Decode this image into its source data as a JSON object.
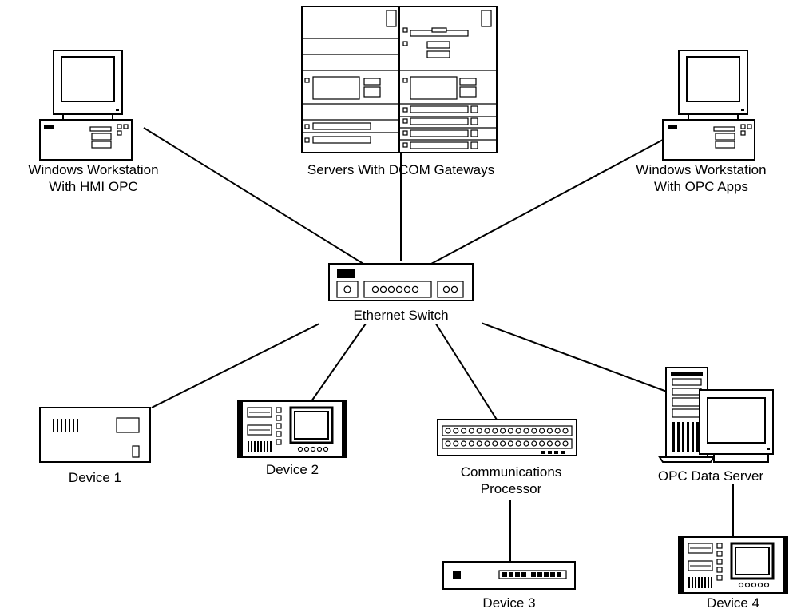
{
  "nodes": {
    "ws_hmi": {
      "label_line1": "Windows Workstation",
      "label_line2": "With HMI OPC"
    },
    "servers": {
      "label": "Servers With DCOM Gateways"
    },
    "ws_opc": {
      "label_line1": "Windows  Workstation",
      "label_line2": "With OPC Apps"
    },
    "switch": {
      "label": "Ethernet Switch"
    },
    "device1": {
      "label": "Device 1"
    },
    "device2": {
      "label": "Device 2"
    },
    "comm_proc": {
      "label_line1": "Communications",
      "label_line2": "Processor"
    },
    "opc_server": {
      "label": "OPC Data Server"
    },
    "device3": {
      "label": "Device 3"
    },
    "device4": {
      "label": "Device 4"
    }
  },
  "icons": {
    "ws_hmi": "desktop-computer-icon",
    "servers": "server-rack-icon",
    "ws_opc": "desktop-computer-icon",
    "switch": "ethernet-switch-icon",
    "device1": "controller-box-icon",
    "device2": "control-panel-icon",
    "comm_proc": "patch-panel-icon",
    "opc_server": "tower-server-icon",
    "device3": "network-device-icon",
    "device4": "control-panel-icon"
  },
  "colors": {
    "line": "#000000",
    "background": "#ffffff"
  }
}
